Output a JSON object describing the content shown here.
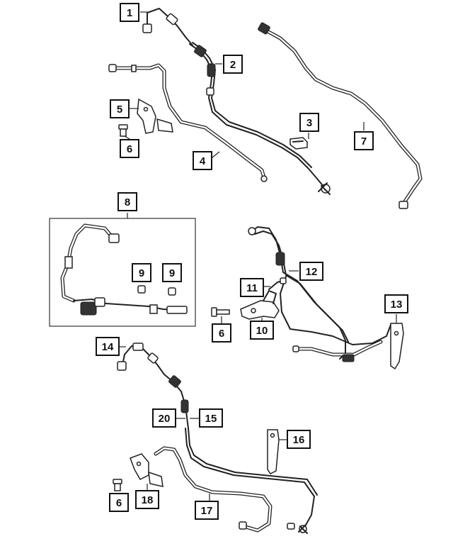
{
  "callouts": [
    {
      "id": "c1",
      "label": "1"
    },
    {
      "id": "c2",
      "label": "2"
    },
    {
      "id": "c3",
      "label": "3"
    },
    {
      "id": "c4",
      "label": "4"
    },
    {
      "id": "c5",
      "label": "5"
    },
    {
      "id": "c6a",
      "label": "6"
    },
    {
      "id": "c7",
      "label": "7"
    },
    {
      "id": "c8",
      "label": "8"
    },
    {
      "id": "c9a",
      "label": "9"
    },
    {
      "id": "c9b",
      "label": "9"
    },
    {
      "id": "c10",
      "label": "10"
    },
    {
      "id": "c11",
      "label": "11"
    },
    {
      "id": "c12",
      "label": "12"
    },
    {
      "id": "c6b",
      "label": "6"
    },
    {
      "id": "c13",
      "label": "13"
    },
    {
      "id": "c14",
      "label": "14"
    },
    {
      "id": "c20",
      "label": "20"
    },
    {
      "id": "c15",
      "label": "15"
    },
    {
      "id": "c16",
      "label": "16"
    },
    {
      "id": "c6c",
      "label": "6"
    },
    {
      "id": "c18",
      "label": "18"
    },
    {
      "id": "c17",
      "label": "17"
    }
  ],
  "colors": {
    "line": "#222222",
    "box_border": "#111111",
    "background": "#ffffff"
  }
}
